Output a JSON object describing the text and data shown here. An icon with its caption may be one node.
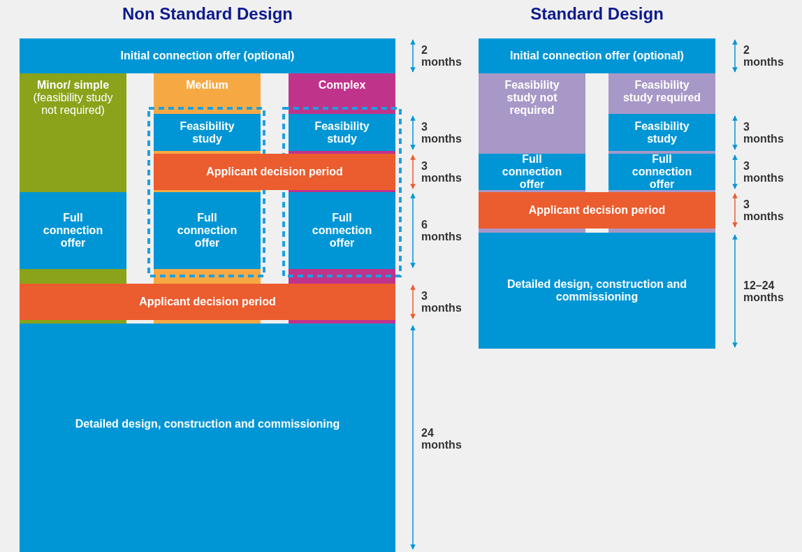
{
  "diagram": {
    "nodes": [
      {
        "text": [
          "**Initial connection offer** (optional)"
        ]
      },
      {
        "text": [
          "Minor/ simple",
          "(feasibility study not required)"
        ]
      },
      {
        "text": [
          "Medium"
        ]
      },
      {
        "text": [
          "Complex"
        ]
      },
      {
        "text": [
          "Feasibility study"
        ],
        "in": 2
      },
      {
        "text": [
          "Feasibility study"
        ],
        "in": 3
      },
      {
        "text": [
          "Applicant decision period"
        ]
      },
      {
        "text": [
          "Full connection offer"
        ],
        "in": 1
      },
      {
        "text": [
          "Full connection offer"
        ],
        "in": 2
      },
      {
        "text": [
          "Full connection offer"
        ],
        "in": 3
      },
      {
        "text": [
          "Applicant decision period"
        ]
      },
      {
        "text": [
          "Detailed design, construction and commissioning"
        ]
      },
      {
        "text": [
          "**Initial connection offer** (optional)"
        ]
      },
      {
        "text": [
          "Feasibility study not required"
        ]
      },
      {
        "text": [
          "Feasibility study required"
        ]
      },
      {
        "text": [
          "Feasibility study"
        ],
        "in": 14
      },
      {
        "text": [
          "Full connection offer"
        ],
        "in": 13
      },
      {
        "text": [
          "Full connection offer"
        ],
        "in": 14
      },
      {
        "text": [
          "Applicant decision period"
        ]
      },
      {
        "text": [
          "Detailed design, construction and commissioning"
        ]
      }
    ],
    "edges": [],
    "labels": [
      "Non Standard Design",
      "Standard Design",
      "2 months",
      "3 months",
      "3 months",
      "6 months",
      "3 months",
      "24 months",
      "2 months",
      "3 months",
      "3 months",
      "3 months",
      "12–24 months"
    ]
  }
}
